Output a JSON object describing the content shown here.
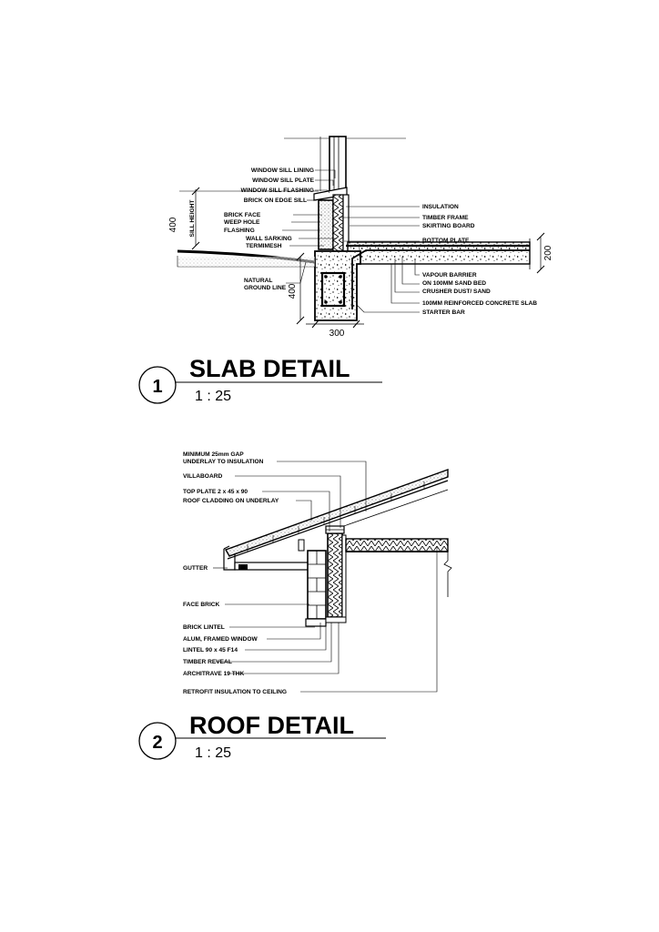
{
  "slab": {
    "title": "SLAB DETAIL",
    "scale": "1 : 25",
    "number": "1",
    "labels_left": [
      "WINDOW SILL LINING",
      "WINDOW SILL PLATE",
      "WINDOW SILL FLASHING",
      "BRICK ON EDGE SILL",
      "BRICK FACE",
      "WEEP HOLE",
      "FLASHING",
      "WALL SARKING",
      "TERMIMESH"
    ],
    "labels_right": [
      "INSULATION",
      "TIMBER FRAME",
      "SKIRTING BOARD",
      "BOTTOM PLATE",
      "VAPOUR BARRIER",
      "ON 100MM SAND BED",
      "CRUSHER DUST/ SAND",
      "100MM REINFORCED CONCRETE SLAB",
      "STARTER BAR"
    ],
    "natural_ground": [
      "NATURAL",
      "GROUND LINE"
    ],
    "sill_height": "SILL HEIGHT",
    "dims": {
      "sill": "400",
      "footing_depth": "400",
      "footing_width": "300",
      "slab": "200"
    }
  },
  "roof": {
    "title": "ROOF DETAIL",
    "scale": "1 : 25",
    "number": "2",
    "labels": [
      "MINIMUM 25mm GAP",
      "UNDERLAY TO INSULATION",
      "VILLABOARD",
      "TOP PLATE 2 x 45 x 90",
      "ROOF CLADDING ON UNDERLAY",
      "GUTTER",
      "FACE BRICK",
      "BRICK LINTEL",
      "ALUM, FRAMED WINDOW",
      "LINTEL 90 x 45 F14",
      "TIMBER REVEAL",
      "ARCHITRAVE 19 THK",
      "RETROFIT INSULATION TO CEILING"
    ]
  }
}
